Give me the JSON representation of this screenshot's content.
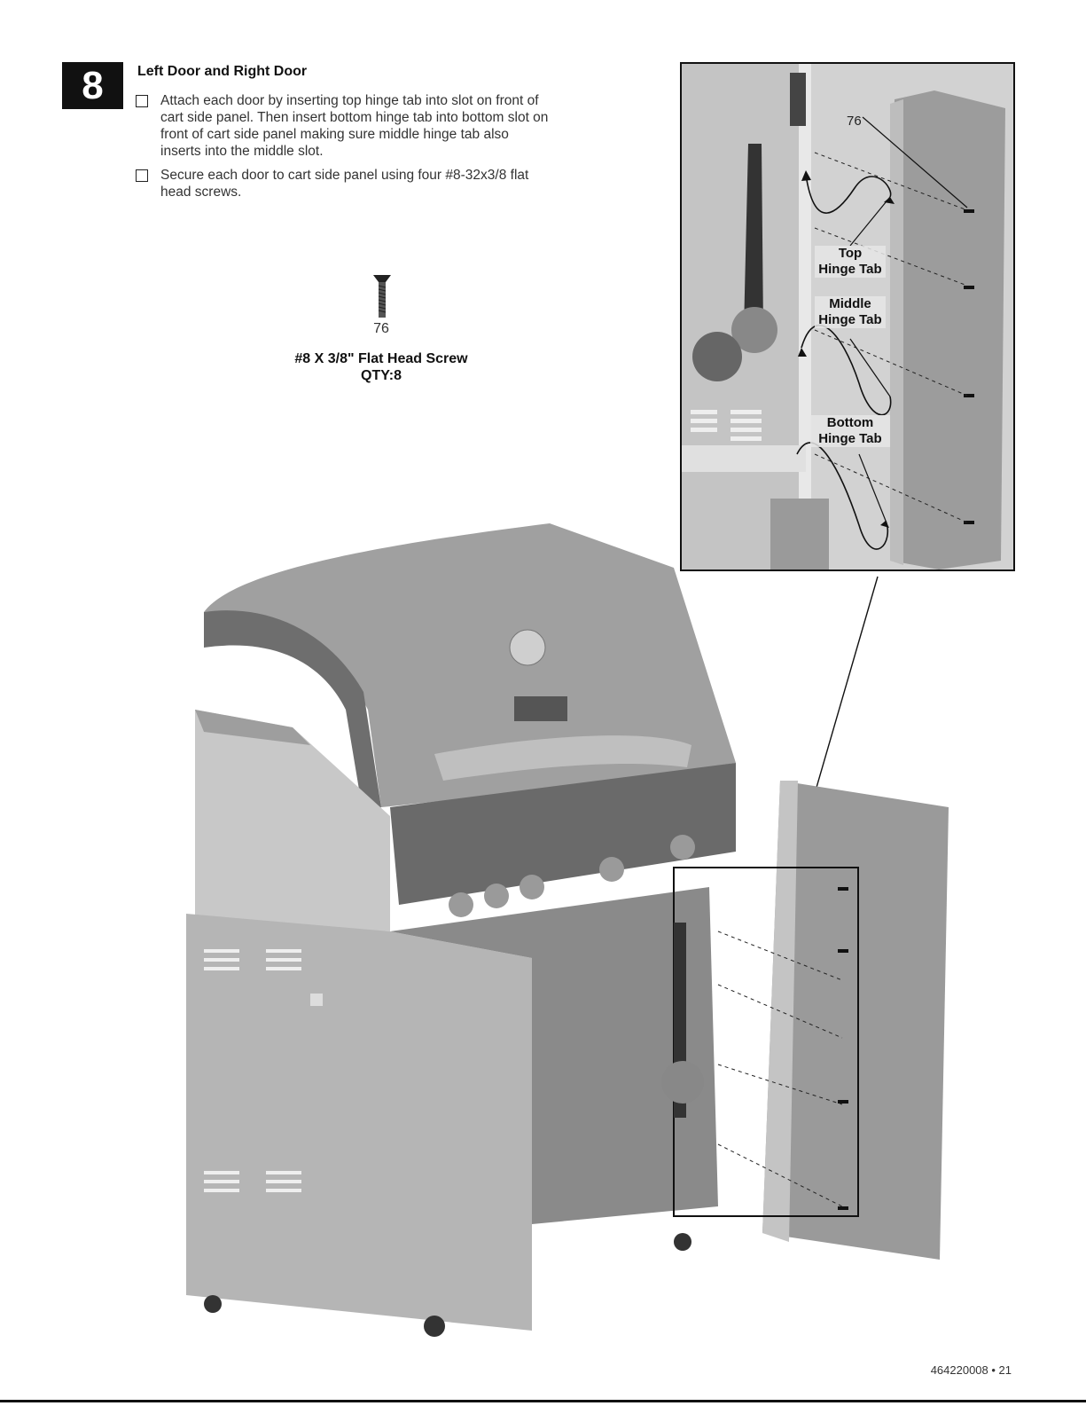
{
  "step": {
    "number": "8",
    "title": "Left Door and Right Door",
    "instructions": [
      "Attach each door by inserting top hinge tab into slot on front of cart side panel. Then insert bottom hinge tab into bottom slot on front of cart side panel making sure middle hinge tab also inserts into the middle slot.",
      "Secure each door to cart side panel using four #8-32x3/8 flat head screws."
    ]
  },
  "part": {
    "number": "76",
    "name": "#8 X 3/8\" Flat Head Screw",
    "quantity": "QTY:8"
  },
  "inset": {
    "part_callout": "76",
    "labels": {
      "top": "Top\nHinge Tab",
      "middle": "Middle\nHinge Tab",
      "bottom": "Bottom\nHinge Tab"
    }
  },
  "footer": {
    "page": "464220008 • 21"
  }
}
